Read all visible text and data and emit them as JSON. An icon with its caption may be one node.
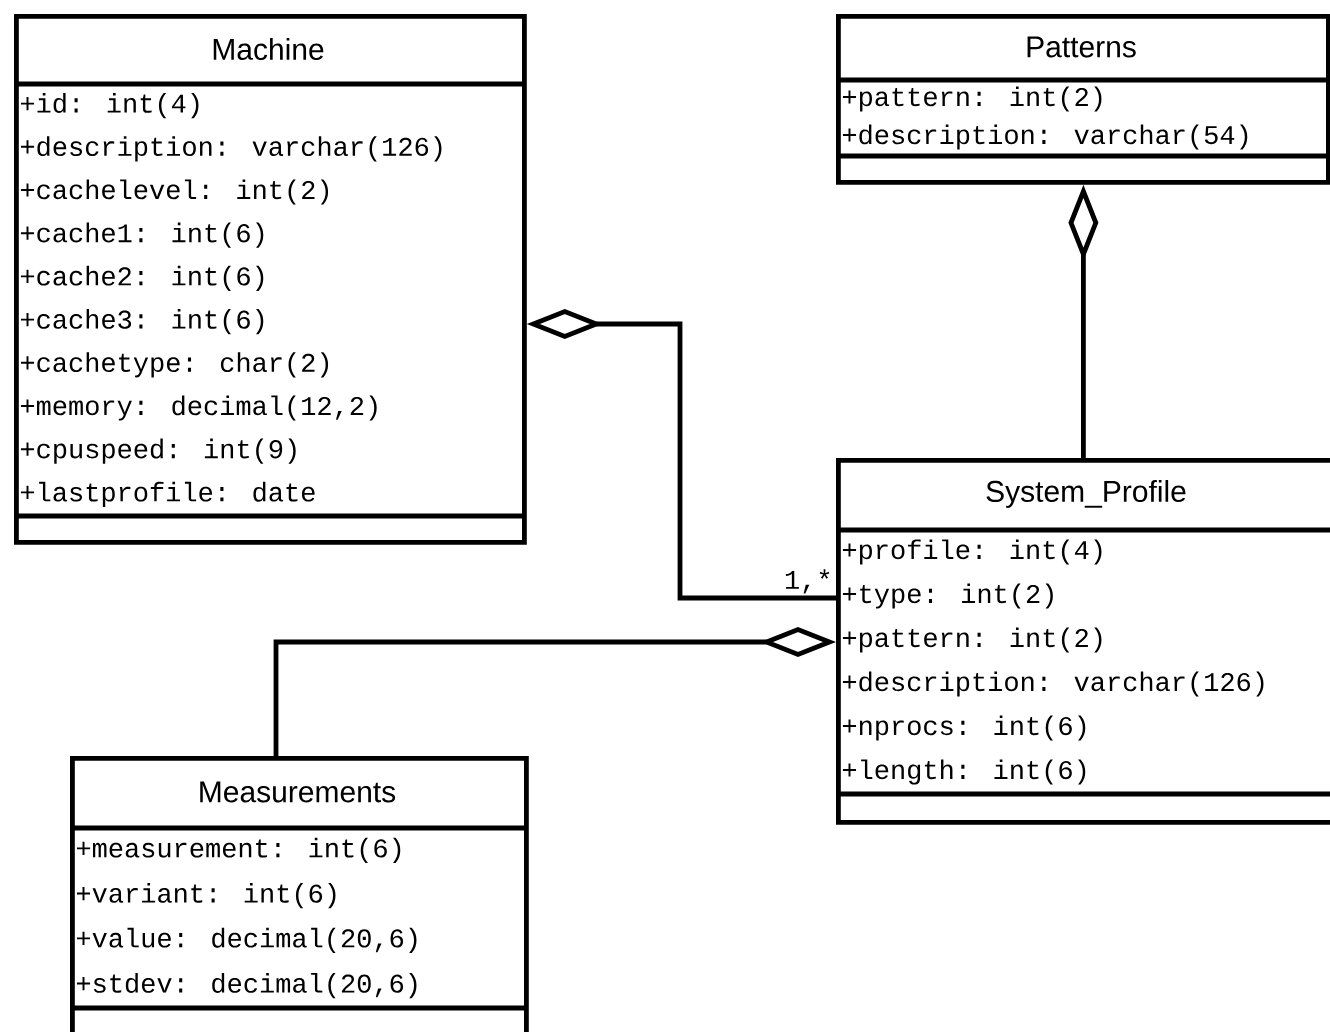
{
  "diagram": {
    "nodes": [
      {
        "text": [
          "Machine",
          "+id: int(4)",
          "+description: varchar(126)",
          "+cachelevel: int(2)",
          "+cache1: int(6)",
          "+cache2: int(6)",
          "+cache3: int(6)",
          "+cachetype: char(2)",
          "+memory: decimal(12,2)",
          "+cpuspeed: int(9)",
          "+lastprofile: date"
        ]
      },
      {
        "text": [
          "Patterns",
          "+pattern: int(2)",
          "+description: varchar(54)"
        ]
      },
      {
        "text": [
          "System_Profile",
          "+profile: int(4)",
          "+type: int(2)",
          "+pattern: int(2)",
          "+description: varchar(126)",
          "+nprocs: int(6)",
          "+length: int(6)"
        ]
      },
      {
        "text": [
          "Measurements",
          "+measurement: int(6)",
          "+variant: int(6)",
          "+value: decimal(20,6)",
          "+stdev: decimal(20,6)"
        ]
      }
    ],
    "edges": [
      {
        "from": 0,
        "to": 2,
        "arrow": "other",
        "label": "1,*"
      },
      {
        "from": 1,
        "to": 2,
        "arrow": "other"
      },
      {
        "from": 2,
        "to": 3,
        "arrow": "other"
      }
    ]
  }
}
